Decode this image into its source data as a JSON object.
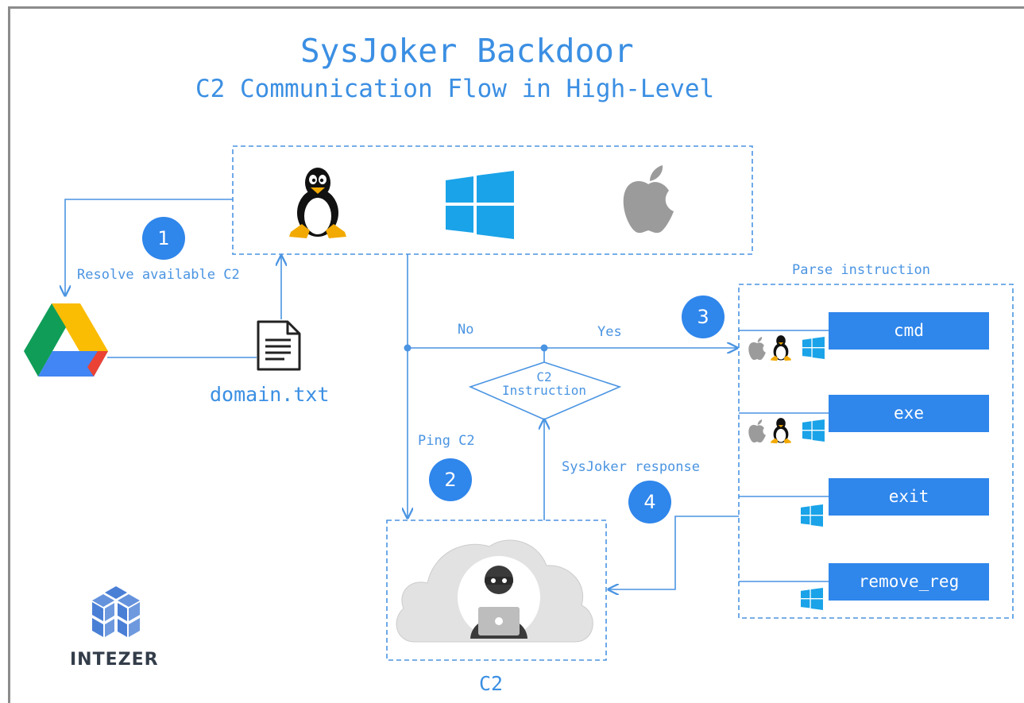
{
  "title": "SysJoker Backdoor",
  "subtitle": "C2 Communication Flow in High-Level",
  "labels": {
    "resolve": "Resolve available C2",
    "domain_file": "domain.txt",
    "no": "No",
    "yes": "Yes",
    "parse": "Parse instruction",
    "ping": "Ping C2",
    "response": "SysJoker response",
    "c2": "C2",
    "diamond_line1": "C2",
    "diamond_line2": "Instruction"
  },
  "steps": [
    "1",
    "2",
    "3",
    "4"
  ],
  "commands": [
    {
      "label": "cmd",
      "platforms": [
        "apple",
        "linux",
        "windows"
      ]
    },
    {
      "label": "exe",
      "platforms": [
        "apple",
        "linux",
        "windows"
      ]
    },
    {
      "label": "exit",
      "platforms": [
        "windows"
      ]
    },
    {
      "label": "remove_reg",
      "platforms": [
        "windows"
      ]
    }
  ],
  "os_icons": [
    "linux-icon",
    "windows-icon",
    "apple-icon"
  ],
  "brand": "INTEZER",
  "colors": {
    "accent": "#2f86eb",
    "text": "#3b8fe3",
    "line": "#4a94e2",
    "windows": "#1aa3e8",
    "apple": "#9b9b9b",
    "brand": "#333d4a"
  }
}
